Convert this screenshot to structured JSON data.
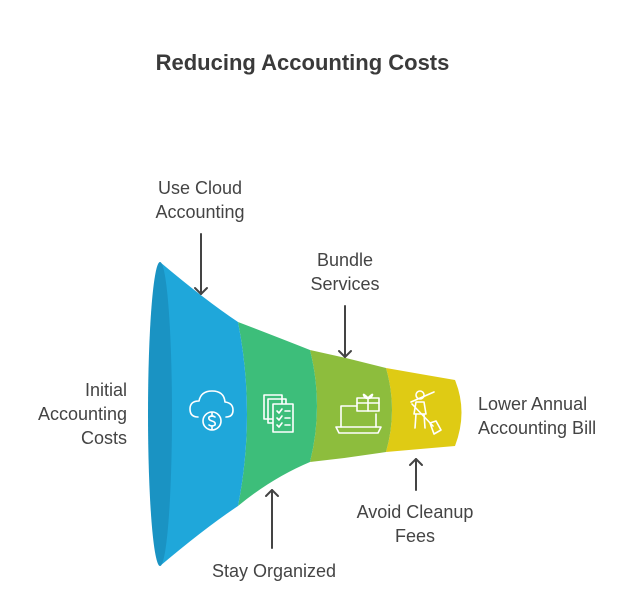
{
  "title": "Reducing Accounting Costs",
  "left_label": [
    "Initial",
    "Accounting",
    "Costs"
  ],
  "right_label": [
    "Lower Annual",
    "Accounting Bill"
  ],
  "stages": [
    {
      "label": [
        "Use Cloud",
        "Accounting"
      ],
      "icon": "cloud-dollar-icon",
      "color": "#1fa7da"
    },
    {
      "label": [
        "Stay Organized"
      ],
      "icon": "documents-checklist-icon",
      "color": "#3dbe7a"
    },
    {
      "label": [
        "Bundle",
        "Services"
      ],
      "icon": "laptop-gift-icon",
      "color": "#8dbd3d"
    },
    {
      "label": [
        "Avoid Cleanup",
        "Fees"
      ],
      "icon": "person-broom-icon",
      "color": "#dfcb14"
    }
  ]
}
